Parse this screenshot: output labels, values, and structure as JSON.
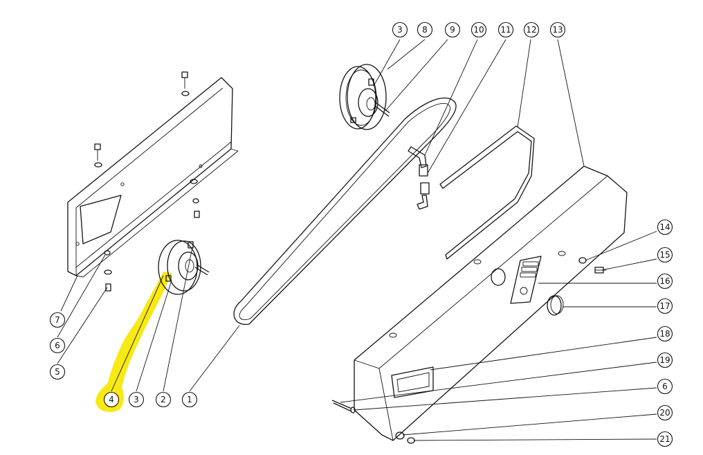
{
  "highlight_color": "#f7e600",
  "line_color": "#111111",
  "balloons": [
    {
      "id": "b-3-top",
      "label": "3"
    },
    {
      "id": "b-8",
      "label": "8"
    },
    {
      "id": "b-9",
      "label": "9"
    },
    {
      "id": "b-10",
      "label": "10"
    },
    {
      "id": "b-11",
      "label": "11"
    },
    {
      "id": "b-12",
      "label": "12"
    },
    {
      "id": "b-13",
      "label": "13"
    },
    {
      "id": "b-14",
      "label": "14"
    },
    {
      "id": "b-15",
      "label": "15"
    },
    {
      "id": "b-16",
      "label": "16"
    },
    {
      "id": "b-17",
      "label": "17"
    },
    {
      "id": "b-18",
      "label": "18"
    },
    {
      "id": "b-19",
      "label": "19"
    },
    {
      "id": "b-6-right",
      "label": "6"
    },
    {
      "id": "b-20",
      "label": "20"
    },
    {
      "id": "b-21",
      "label": "21"
    },
    {
      "id": "b-7",
      "label": "7"
    },
    {
      "id": "b-6-left",
      "label": "6"
    },
    {
      "id": "b-5",
      "label": "5"
    },
    {
      "id": "b-4",
      "label": "4"
    },
    {
      "id": "b-3-bottom",
      "label": "3"
    },
    {
      "id": "b-2",
      "label": "2"
    },
    {
      "id": "b-1",
      "label": "1"
    }
  ]
}
